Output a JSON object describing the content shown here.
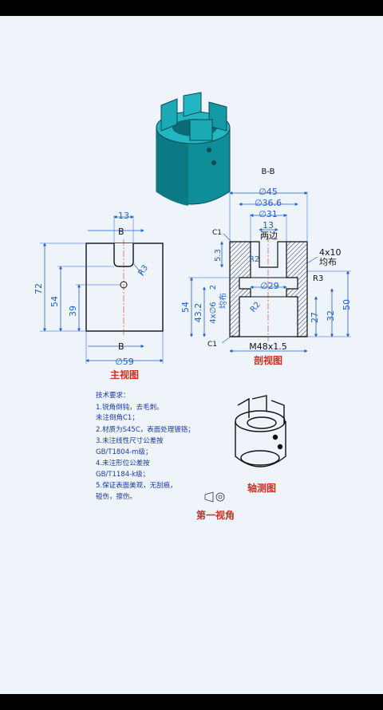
{
  "section_title": "B-B",
  "labels": {
    "front_view": "主视图",
    "section_view": "剖视图",
    "iso_view": "轴测图",
    "first_angle": "第一视角"
  },
  "front_dims": {
    "d13": "13",
    "r3": "R3",
    "d72": "72",
    "d54": "54",
    "d39": "39",
    "d59": "∅59",
    "b_top": "B",
    "b_bottom": "B"
  },
  "section_dims": {
    "d45": "∅45",
    "d366": "∅36.6",
    "d31": "∅31",
    "d13": "13",
    "two_sides": "两边",
    "c1_top": "C1",
    "c1_bottom": "C1",
    "holes": "4x10",
    "uniform": "均布",
    "r2_top": "R2",
    "r3": "R3",
    "d53": "5.3",
    "d29": "∅29",
    "d2": "2",
    "d54": "54",
    "d432": "43.2",
    "holes6": "4x∅6",
    "uniform2": "均布",
    "r2_bottom": "R2",
    "d27": "27",
    "d32": "32",
    "d50": "50",
    "thread": "M48x1.5"
  },
  "requirements": [
    "技术要求：",
    "1.锐角倒钝，去毛刺。",
    "未注倒角C1；",
    "2.材质为S45C，表面处理镀铬；",
    "3.未注线性尺寸公差按",
    "GB/T1804-m级；",
    "4.未注形位公差按",
    "GB/T1184-k级；",
    "5.保证表面美观，无刮痕，",
    "碰伤，擦伤。"
  ],
  "colors": {
    "teal": "#1aa9b5",
    "dim_blue": "#1d5fd6",
    "label_red": "#c8321e",
    "hatch": "#222222"
  }
}
